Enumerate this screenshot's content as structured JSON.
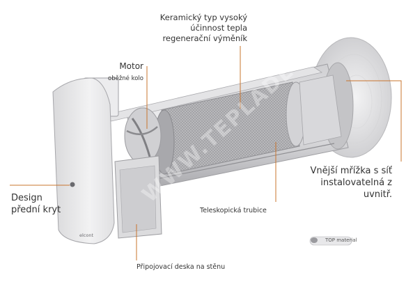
{
  "labels": {
    "keramicky": "Keramický typ vysoký účinnost tepla regenerační výměník",
    "motor": "Motor",
    "obezne_kolo": "oběžné kolo",
    "design": "Design přední kryt",
    "mrizka": "Vnější mřížka s síť instalovatelná z uvnitř.",
    "trubice": "Teleskopická trubice",
    "deska": "Připojovací deska na stěnu",
    "top_material": "TOP material"
  },
  "cover_brand": "elcont",
  "watermark": "WWW.TEPLADEV",
  "colors": {
    "accent_line": "#c9742e",
    "text": "#333333"
  }
}
